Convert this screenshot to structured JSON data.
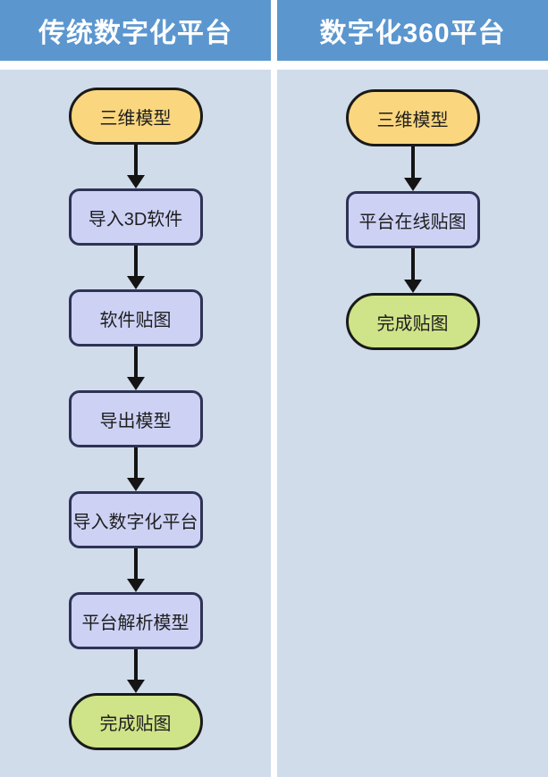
{
  "page": {
    "type": "flowchart-comparison",
    "background_color": "#d0dcea",
    "divider_color": "#ffffff",
    "header_bg_color": "#5b96cf",
    "header_text_color": "#ffffff",
    "node_fill_orange": "#fad67e",
    "node_fill_lavender": "#cdd2f5",
    "node_fill_green": "#cfe388",
    "node_border_dark": "#1a1a1a",
    "node_border_navy": "#2e3356",
    "arrow_color": "#141414"
  },
  "columns": [
    {
      "header": "传统数字化平台",
      "nodes": [
        {
          "label": "三维模型",
          "shape": "pill",
          "fill": "orange"
        },
        {
          "label": "导入3D软件",
          "shape": "rect",
          "fill": "lavender"
        },
        {
          "label": "软件贴图",
          "shape": "rect",
          "fill": "lavender"
        },
        {
          "label": "导出模型",
          "shape": "rect",
          "fill": "lavender"
        },
        {
          "label": "导入数字化平台",
          "shape": "rect",
          "fill": "lavender"
        },
        {
          "label": "平台解析模型",
          "shape": "rect",
          "fill": "lavender"
        },
        {
          "label": "完成贴图",
          "shape": "pill",
          "fill": "green"
        }
      ]
    },
    {
      "header": "数字化360平台",
      "nodes": [
        {
          "label": "三维模型",
          "shape": "pill",
          "fill": "orange"
        },
        {
          "label": "平台在线贴图",
          "shape": "rect",
          "fill": "lavender"
        },
        {
          "label": "完成贴图",
          "shape": "pill",
          "fill": "green"
        }
      ]
    }
  ]
}
